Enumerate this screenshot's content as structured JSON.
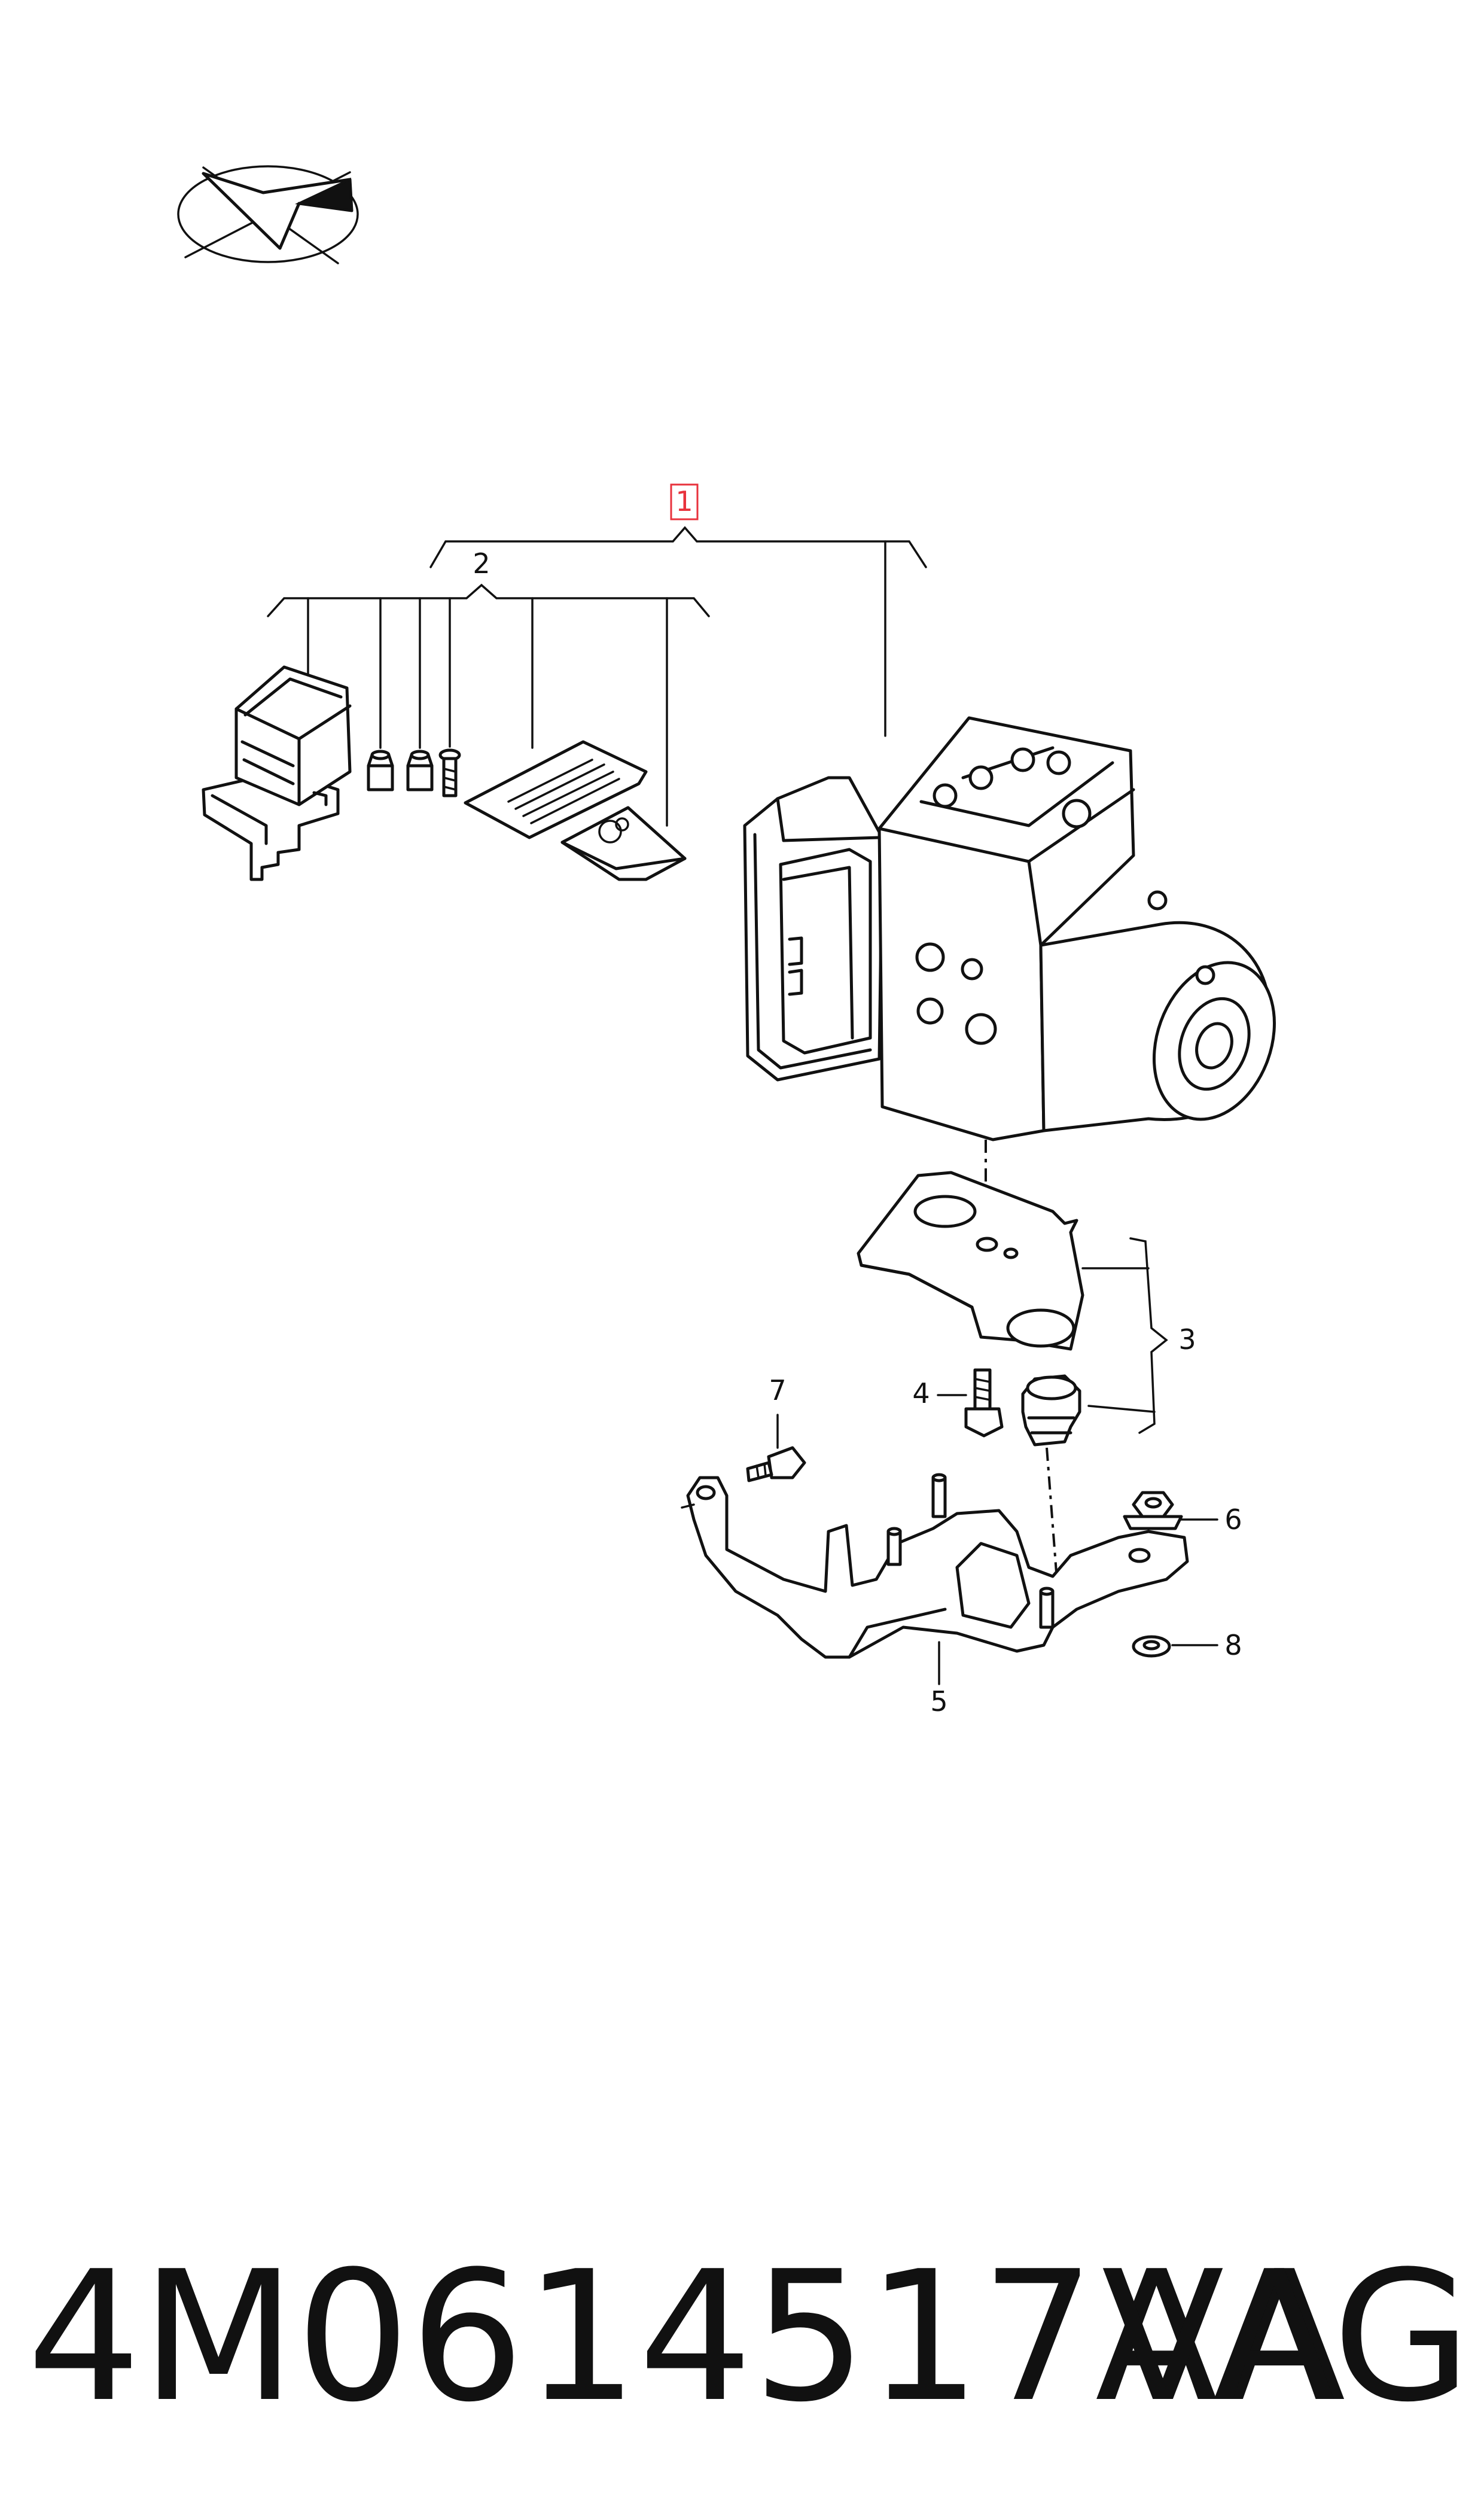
{
  "callouts": [
    {
      "id": "1",
      "label": "1",
      "highlight_color": "#e8323c"
    },
    {
      "id": "2",
      "label": "2"
    },
    {
      "id": "3",
      "label": "3"
    },
    {
      "id": "4",
      "label": "4"
    },
    {
      "id": "5",
      "label": "5"
    },
    {
      "id": "6",
      "label": "6"
    },
    {
      "id": "7",
      "label": "7"
    },
    {
      "id": "8",
      "label": "8"
    }
  ],
  "footer": {
    "part_number": "4M0614517AA",
    "brand": "VAG"
  },
  "logo": {
    "icon": "stylized-check-arrow-logo"
  }
}
